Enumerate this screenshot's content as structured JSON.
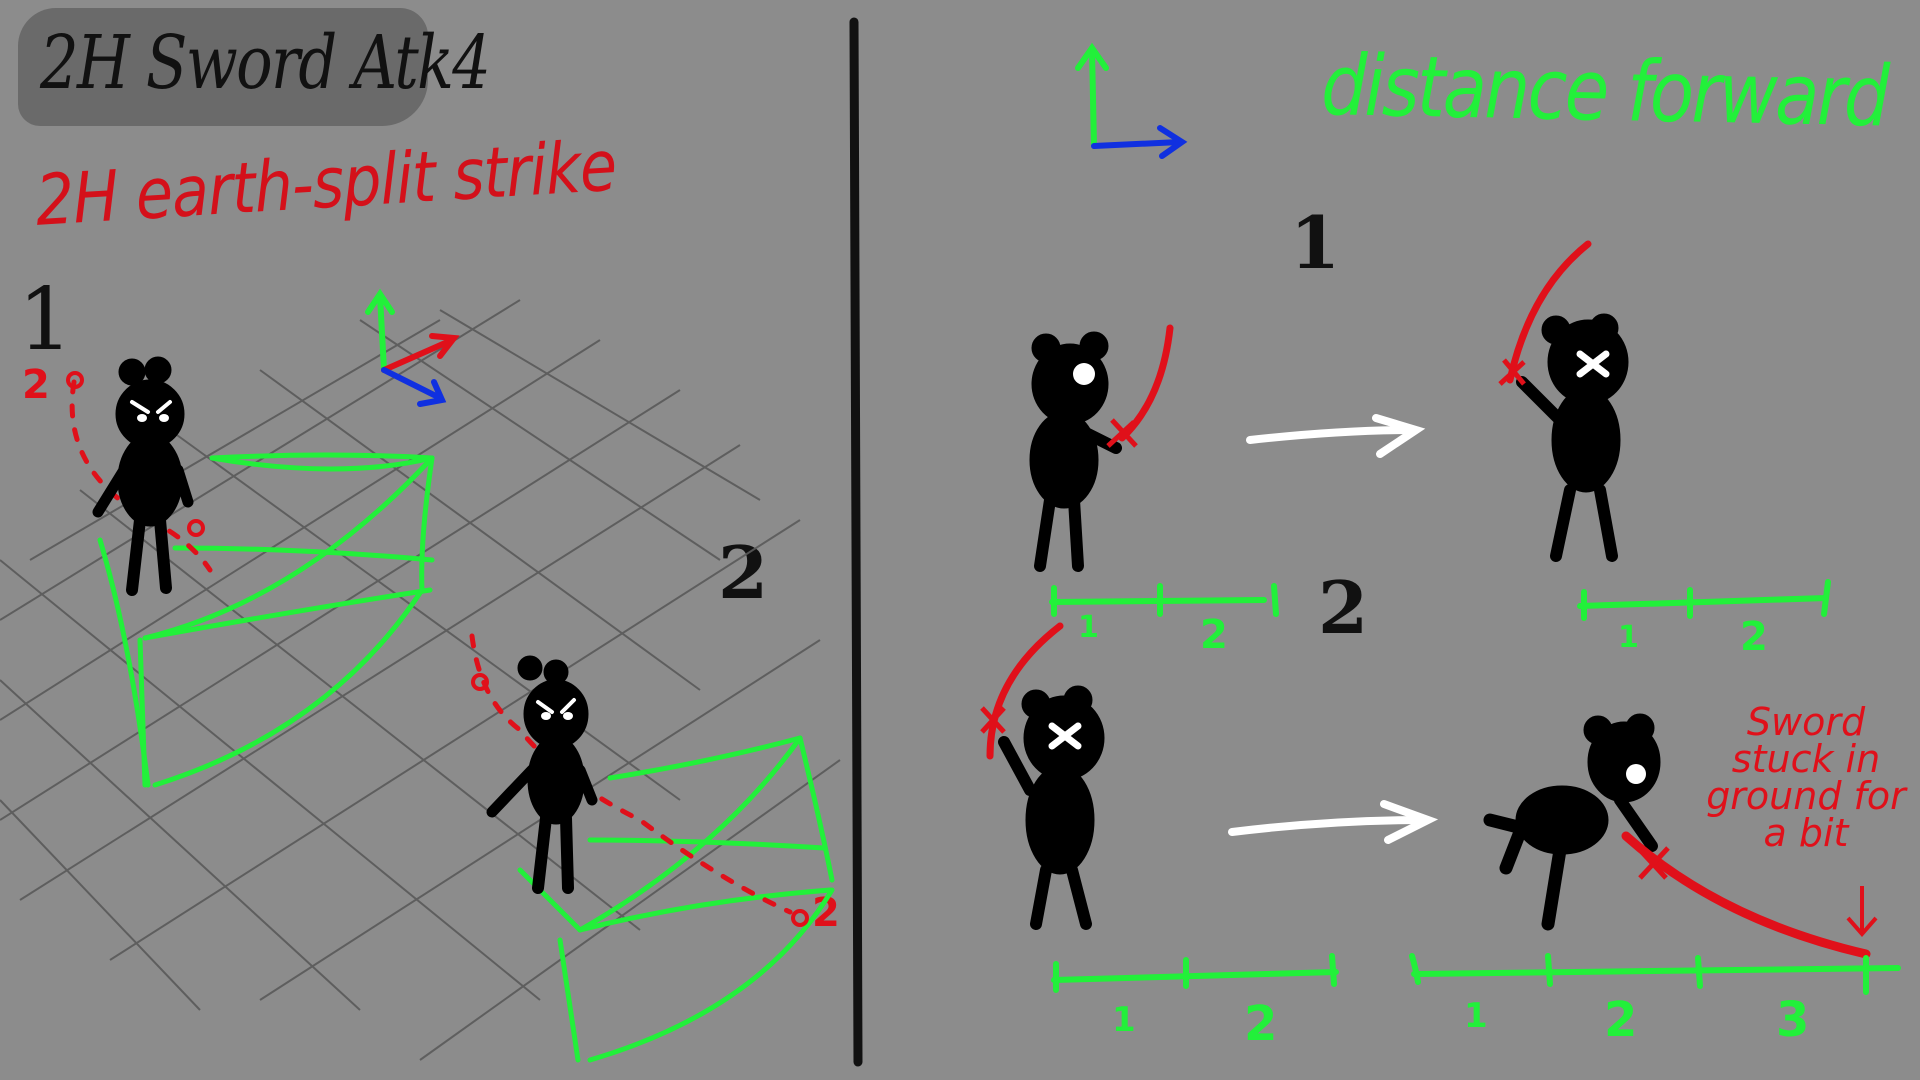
{
  "title": "2H Sword Atk4",
  "subtitle": "2H earth-split strike",
  "right_header": "distance forward",
  "left_panel": {
    "step_1": "1",
    "step_2": "2",
    "arc_marker_start": "2",
    "arc_marker_end": "2"
  },
  "right_panel": {
    "step_1": "1",
    "step_2": "2",
    "scale_top_left": [
      "1",
      "2"
    ],
    "scale_top_right": [
      "1",
      "2"
    ],
    "scale_bottom_left": [
      "1",
      "2"
    ],
    "scale_bottom_right": [
      "1",
      "2",
      "3"
    ],
    "note": "Sword stuck in ground for a bit"
  },
  "colors": {
    "background": "#8c8c8c",
    "ink": "#111111",
    "accent_red": "#e0101a",
    "guide_green": "#22f03a",
    "axis_blue": "#1030e0",
    "arrow_white": "#ffffff"
  }
}
